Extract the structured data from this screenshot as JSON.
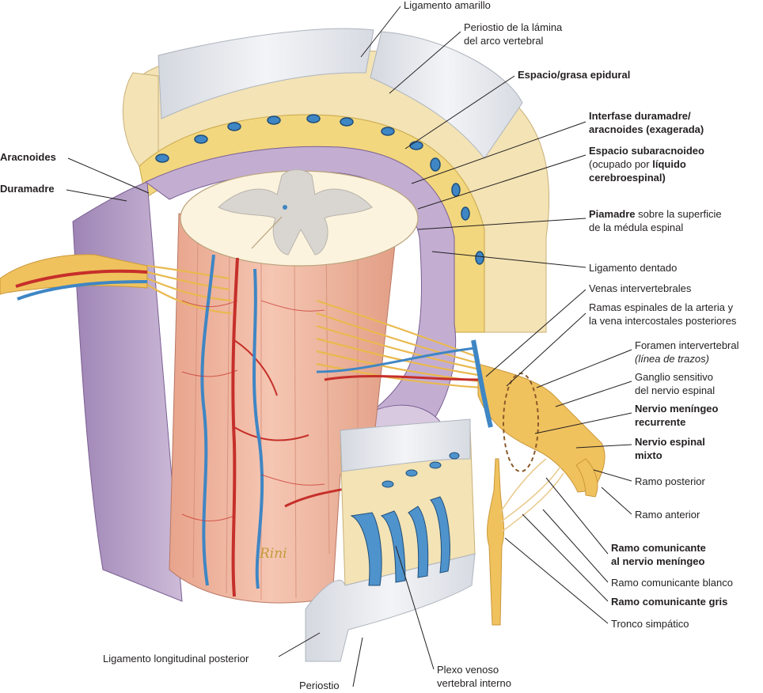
{
  "figure": {
    "signature": "Rini"
  },
  "labels": {
    "ligamento_amarillo": "Ligamento amarillo",
    "periostio_lamina_1": "Periostio de la lámina",
    "periostio_lamina_2": "del arco vertebral",
    "espacio_epidural": "Espacio/grasa epidural",
    "interfase_1": "Interfase duramadre/",
    "interfase_2": "aracnoides (exagerada)",
    "subaracnoideo_1": "Espacio subaracnoideo",
    "subaracnoideo_2a": "(ocupado por ",
    "subaracnoideo_2b": "líquido",
    "subaracnoideo_3": "cerebroespinal)",
    "piamadre_1a": "Piamadre",
    "piamadre_1b": " sobre la superficie",
    "piamadre_2": "de la médula espinal",
    "ligamento_dentado": "Ligamento dentado",
    "venas_intervertebrales": "Venas intervertebrales",
    "ramas_espinales_1": "Ramas espinales de la arteria y",
    "ramas_espinales_2": "la vena intercostales posteriores",
    "foramen_1": "Foramen intervertebral",
    "foramen_2": "(línea de trazos)",
    "ganglio_1": "Ganglio sensitivo",
    "ganglio_2": "del nervio espinal",
    "meningeo_1": "Nervio meníngeo",
    "meningeo_2": "recurrente",
    "espinal_mixto_1": "Nervio espinal",
    "espinal_mixto_2": "mixto",
    "ramo_posterior": "Ramo posterior",
    "ramo_anterior": "Ramo anterior",
    "comunicante_meningeo_1": "Ramo comunicante",
    "comunicante_meningeo_2": "al nervio meníngeo",
    "comunicante_blanco": "Ramo comunicante blanco",
    "comunicante_gris": "Ramo comunicante gris",
    "tronco_simpatico": "Tronco simpático",
    "aracnoides": "Aracnoides",
    "duramadre": "Duramadre",
    "ligamento_longitudinal": "Ligamento longitudinal posterior",
    "periostio": "Periostio",
    "plexo_1": "Plexo venoso",
    "plexo_2": "vertebral interno"
  },
  "colors": {
    "bone": "#f3e3b5",
    "fat": "#f2d77e",
    "dura": "#b59cc4",
    "dura_dark": "#8f72a6",
    "cord": "#f2b9a2",
    "cord_section": "#fbf3dd",
    "grey_matter": "#d9d6d1",
    "artery": "#c62f2a",
    "vein": "#3f86c4",
    "nerve": "#f0c25e",
    "ligament": "#e6e9ee",
    "leader": "#231f20"
  }
}
